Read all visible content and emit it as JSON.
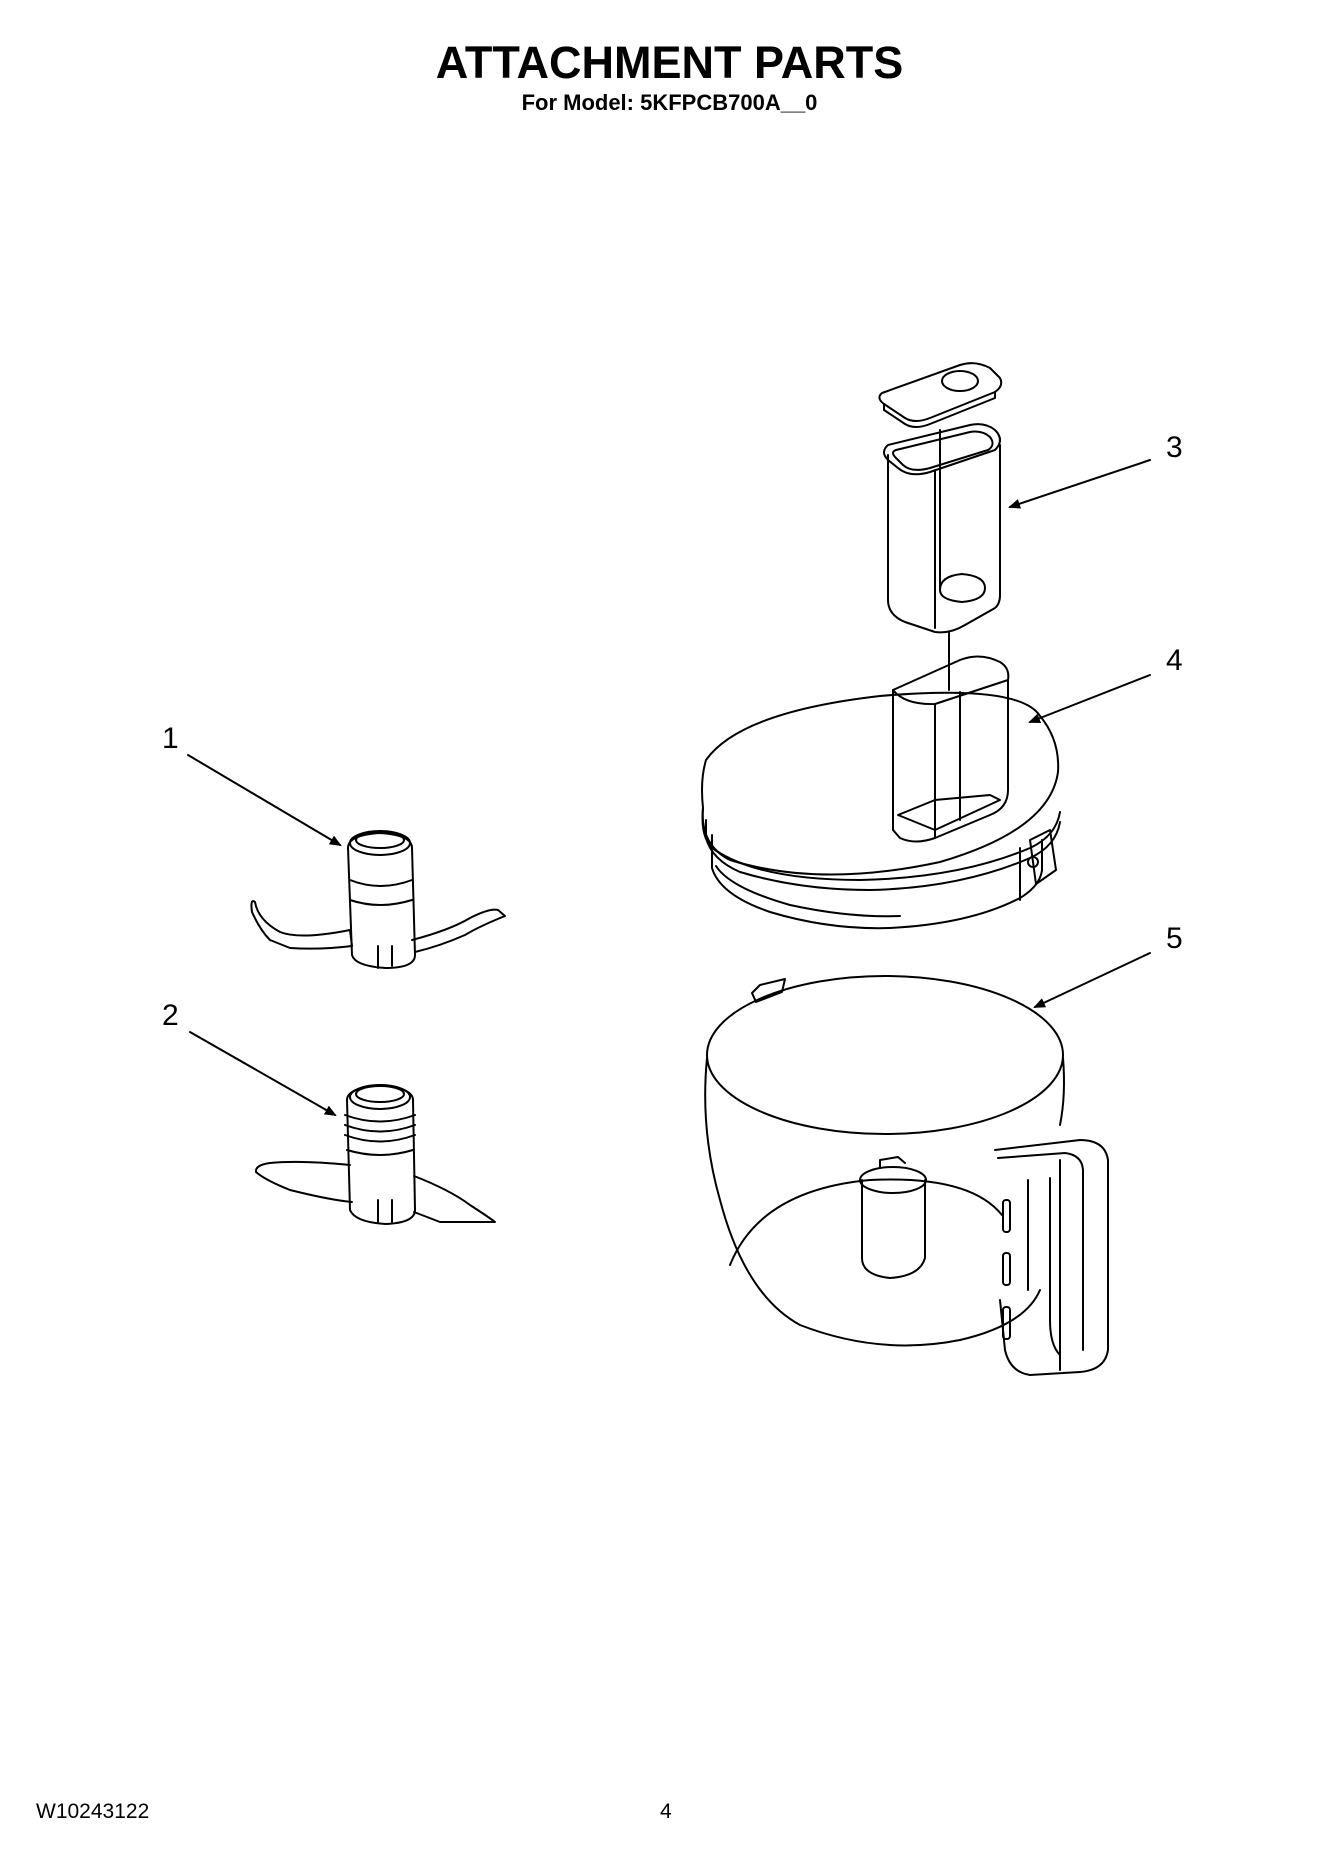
{
  "header": {
    "title": "ATTACHMENT PARTS",
    "subtitle": "For Model: 5KFPCB700A__0"
  },
  "callouts": [
    "1",
    "2",
    "3",
    "4",
    "5"
  ],
  "footer": {
    "doc_number": "W10243122",
    "page_number": "4"
  }
}
